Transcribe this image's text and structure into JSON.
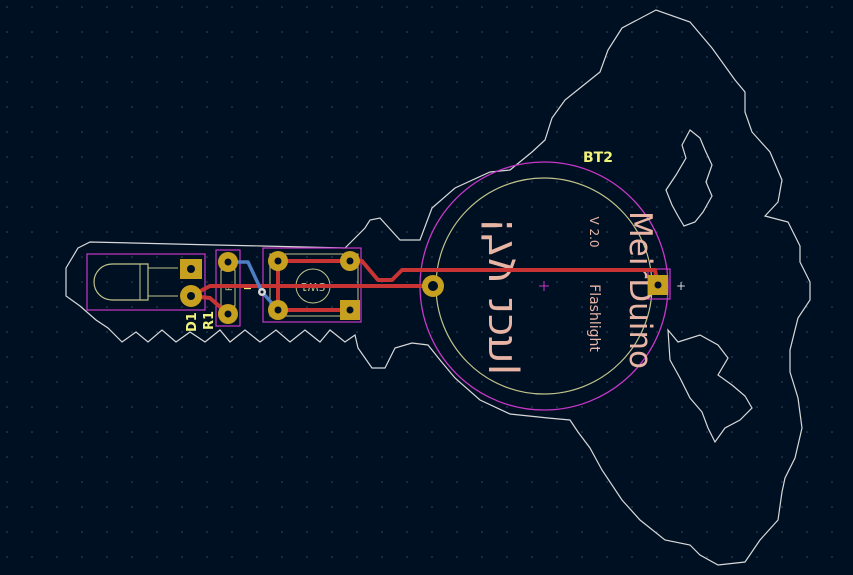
{
  "board": {
    "background_color": "#001023",
    "grid_color": "#3a4a60",
    "edge_color": "#d8d8d8",
    "courtyard_color": "#c837c8",
    "fab_color": "#c2c28a",
    "copper_front_color": "#c83434",
    "copper_back_color": "#4d7fc4",
    "pad_color": "#c8a020",
    "silk_ref_color": "#f2f27a",
    "silk_text_color": "#e8b4a4"
  },
  "components": {
    "bt2": {
      "ref": "BT2",
      "minus": "−",
      "plus": "+"
    },
    "d1": {
      "ref": "D1"
    },
    "r1": {
      "ref": "R1",
      "fab_value": "R"
    },
    "f_label": "F",
    "sw1": {
      "ref": "SW1"
    }
  },
  "silkscreen": {
    "hebrew_text": "!ןתכנ על",
    "brand": "MeirDuino",
    "version": "V 2.0",
    "author": "Flashlight"
  }
}
